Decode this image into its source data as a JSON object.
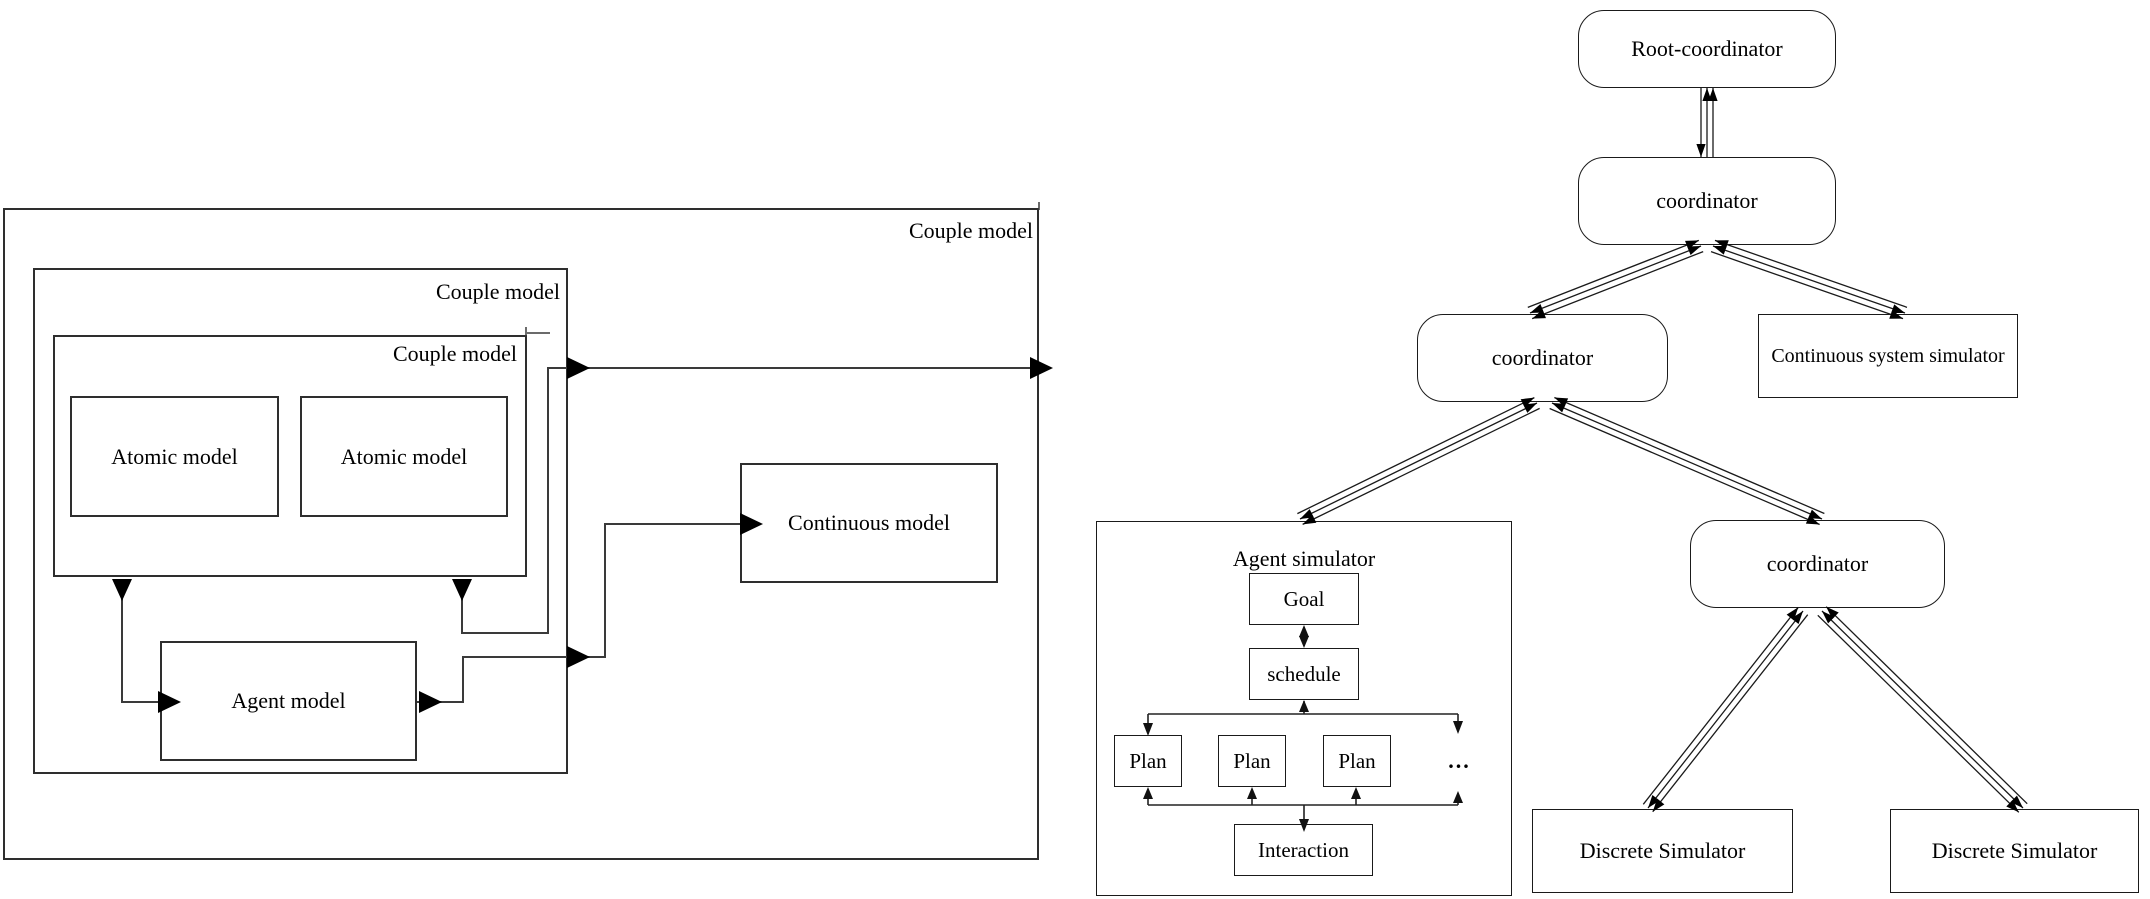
{
  "left_model": {
    "outer_couple_label": "Couple model",
    "middle_couple_label": "Couple model",
    "inner_couple_label": "Couple model",
    "atomic_models": [
      "Atomic model",
      "Atomic model"
    ],
    "agent_model": "Agent model",
    "continuous_model": "Continuous model"
  },
  "simulator_tree": {
    "root": "Root-coordinator",
    "coordinator_l2": "coordinator",
    "coordinator_l3": "coordinator",
    "coordinator_l4": "coordinator",
    "continuous_system_simulator": "Continuous system simulator",
    "discrete_simulators": [
      "Discrete Simulator",
      "Discrete Simulator"
    ],
    "agent_simulator": {
      "title": "Agent simulator",
      "goal": "Goal",
      "schedule": "schedule",
      "plans": [
        "Plan",
        "Plan",
        "Plan"
      ],
      "ellipsis": "...",
      "interaction": "Interaction"
    }
  },
  "colors": {
    "line": "#3a3a3a",
    "tree_line": "#1a1a1a",
    "box_border": "#2e2e2e",
    "arrow_fill": "#000000",
    "text": "#000000",
    "background": "#ffffff"
  }
}
